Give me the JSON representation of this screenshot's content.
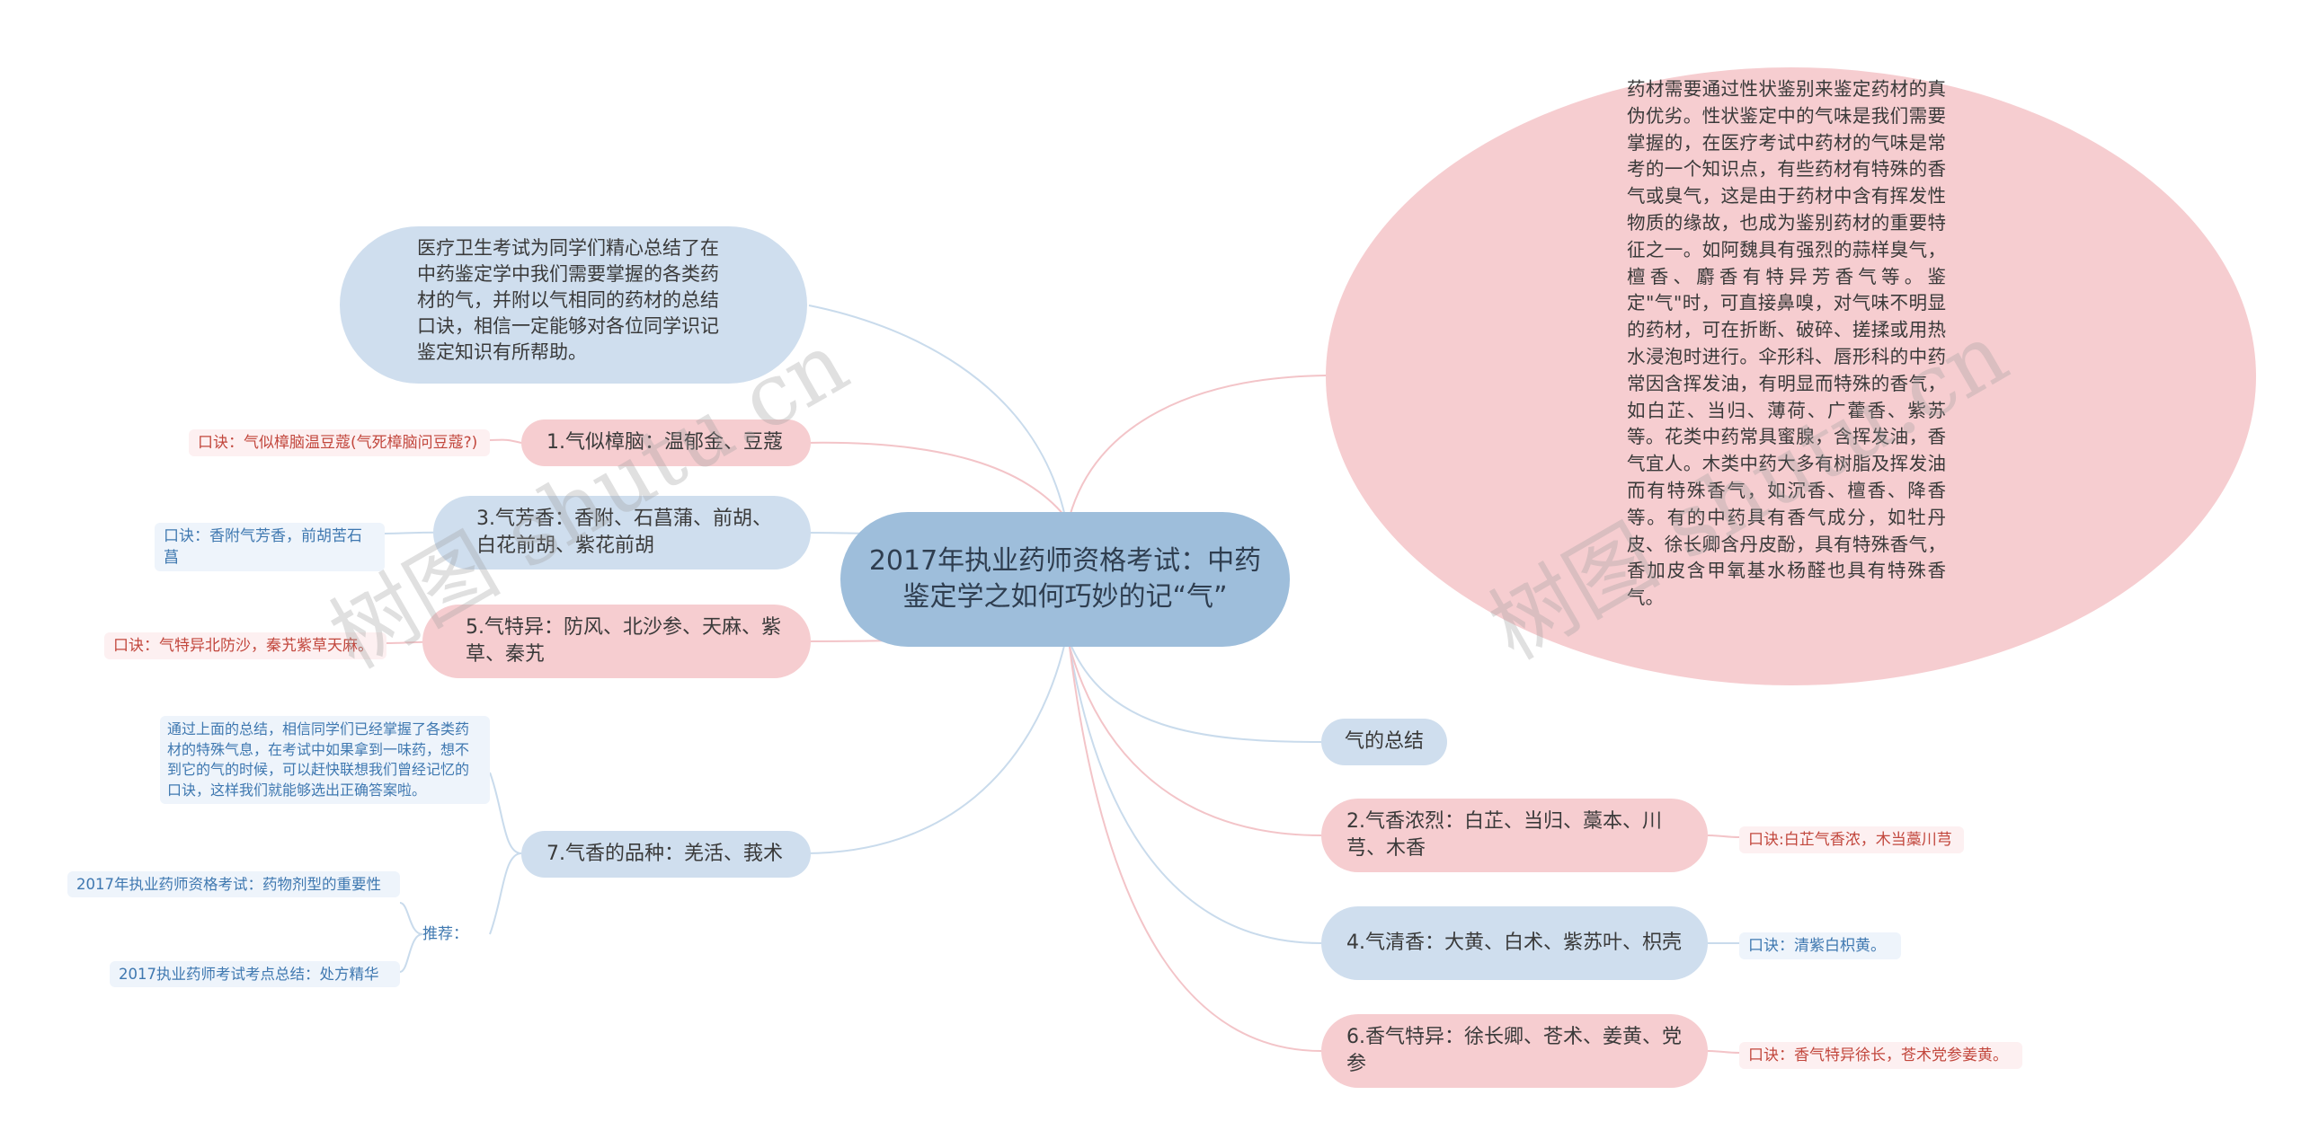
{
  "center": {
    "title": "2017年执业药师资格考试：中药鉴定学之如何巧妙的记“气”"
  },
  "intro": {
    "text": "医疗卫生考试为同学们精心总结了在中药鉴定学中我们需要掌握的各类药材的气，并附以气相同的药材的总结口诀，相信一定能够对各位同学识记鉴定知识有所帮助。"
  },
  "right_top": {
    "text": "药材需要通过性状鉴别来鉴定药材的真伪优劣。性状鉴定中的气味是我们需要掌握的，在医疗考试中药材的气味是常考的一个知识点，有些药材有特殊的香气或臭气，这是由于药材中含有挥发性物质的缘故，也成为鉴别药材的重要特征之一。如阿魏具有强烈的蒜样臭气，檀香、麝香有特异芳香气等。鉴定\"气\"时，可直接鼻嗅，对气味不明显的药材，可在折断、破碎、搓揉或用热水浸泡时进行。伞形科、唇形科的中药常因含挥发油，有明显而特殊的香气，如白芷、当归、薄荷、广藿香、紫苏等。花类中药常具蜜腺，含挥发油，香气宜人。木类中药大多有树脂及挥发油而有特殊香气，如沉香、檀香、降香等。有的中药具有香气成分，如牡丹皮、徐长卿含丹皮酚，具有特殊香气，香加皮含甲氧基水杨醛也具有特殊香气。"
  },
  "left_branches": [
    {
      "label": "1.气似樟脑：温郁金、豆蔻",
      "tip": "口诀：气似樟脑温豆蔻(气死樟脑问豆蔻?)"
    },
    {
      "label": "3.气芳香：香附、石菖蒲、前胡、白花前胡、紫花前胡",
      "tip": "口诀：香附气芳香，前胡苦石菖"
    },
    {
      "label": "5.气特异：防风、北沙参、天麻、紫草、秦艽",
      "tip": "口诀：气特异北防沙，秦艽紫草天麻。"
    },
    {
      "label": "7.气香的品种：羌活、莪术"
    }
  ],
  "seven_children": {
    "summary": "通过上面的总结，相信同学们已经掌握了各类药材的特殊气息，在考试中如果拿到一味药，想不到它的气的时候，可以赶快联想我们曾经记忆的口诀，这样我们就能够选出正确答案啦。",
    "recommend_label": "推荐：",
    "recommend": [
      "2017年执业药师资格考试：药物剂型的重要性",
      "2017执业药师考试考点总结：处方精华"
    ]
  },
  "right_branches": [
    {
      "label": "气的总结"
    },
    {
      "label": "2.气香浓烈：白芷、当归、藁本、川芎、木香",
      "tip": "口诀:白芷气香浓，木当藁川芎"
    },
    {
      "label": "4.气清香：大黄、白术、紫苏叶、枳壳",
      "tip": "口诀：清紫白枳黄。"
    },
    {
      "label": "6.香气特异：徐长卿、苍术、姜黄、党参",
      "tip": "口诀：香气特异徐长，苍术党参姜黄。"
    }
  ],
  "watermark": "树图 shutu.cn",
  "colors": {
    "pink": "#f6cdd0",
    "blue": "#cfdeee",
    "center": "#9ebedb",
    "red_text": "#c2473d",
    "blue_text": "#3f78b0"
  }
}
